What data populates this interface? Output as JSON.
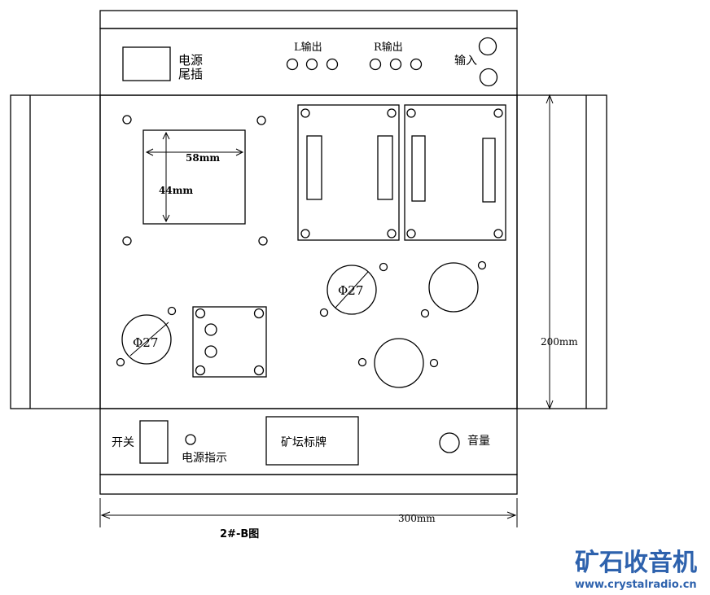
{
  "labels": {
    "power_socket": [
      "电源",
      "尾插"
    ],
    "left_output": "L输出",
    "right_output": "R输出",
    "input": "输入",
    "dim_width": "58mm",
    "dim_height": "44mm",
    "tube_hole_a": "Φ27",
    "tube_hole_b": "Φ27",
    "panel_depth": "200mm",
    "panel_width": "300mm",
    "switch": "开关",
    "power_indicator": "电源指示",
    "nameplate": "矿坛标牌",
    "volume": "音量",
    "figure_caption": "2#-B图"
  },
  "watermark": {
    "brand": "矿石收音机",
    "url": "www.crystalradio.cn",
    "color": "#2e62ad"
  }
}
